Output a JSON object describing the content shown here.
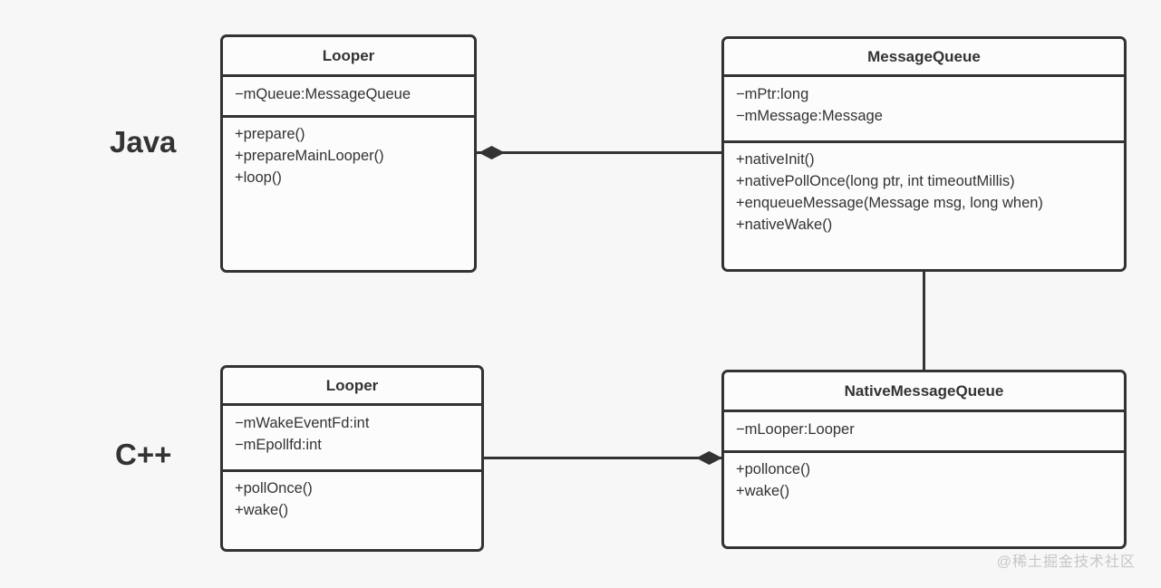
{
  "diagram": {
    "type": "uml-class-diagram",
    "layer_labels": {
      "java": "Java",
      "cpp": "C++"
    },
    "classes": [
      {
        "id": "java-looper",
        "layer": "Java",
        "title": "Looper",
        "attributes": [
          "−mQueue:MessageQueue"
        ],
        "methods": [
          "+prepare()",
          "+prepareMainLooper()",
          "+loop()"
        ]
      },
      {
        "id": "message-queue",
        "layer": "Java",
        "title": "MessageQueue",
        "attributes": [
          "−mPtr:long",
          "−mMessage:Message"
        ],
        "methods": [
          "+nativeInit()",
          "+nativePollOnce(long ptr, int timeoutMillis)",
          "+enqueueMessage(Message msg, long when)",
          "+nativeWake()"
        ]
      },
      {
        "id": "cpp-looper",
        "layer": "C++",
        "title": "Looper",
        "attributes": [
          "−mWakeEventFd:int",
          "−mEpollfd:int"
        ],
        "methods": [
          "+pollOnce()",
          "+wake()"
        ]
      },
      {
        "id": "native-message-queue",
        "layer": "C++",
        "title": "NativeMessageQueue",
        "attributes": [
          "−mLooper:Looper"
        ],
        "methods": [
          "+pollonce()",
          "+wake()"
        ]
      }
    ],
    "relationships": [
      {
        "type": "composition",
        "from": "java-looper",
        "to": "message-queue",
        "diamond_at": "java-looper"
      },
      {
        "type": "composition",
        "from": "cpp-looper",
        "to": "native-message-queue",
        "diamond_at": "native-message-queue"
      },
      {
        "type": "association",
        "from": "message-queue",
        "to": "native-message-queue"
      }
    ],
    "watermark": "@稀土掘金技术社区",
    "colors": {
      "background": "#f7f7f7",
      "box_fill": "#fcfcfc",
      "line": "#333333",
      "text": "#333333",
      "watermark": "#c6c6c6"
    }
  }
}
